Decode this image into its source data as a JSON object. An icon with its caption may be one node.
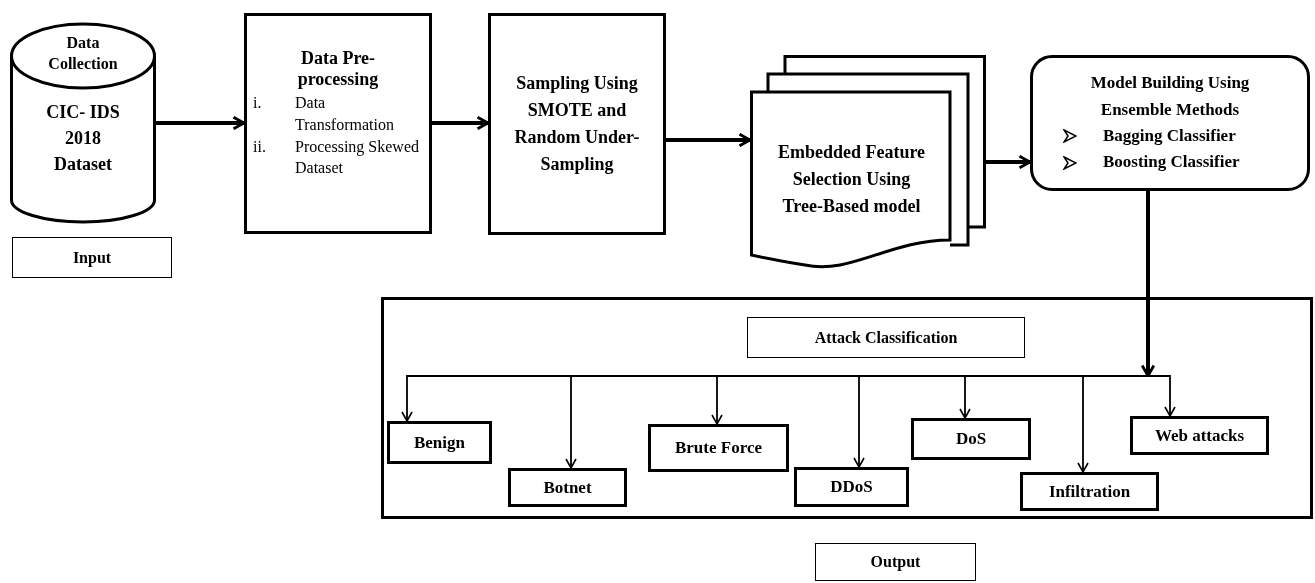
{
  "diagram": {
    "nodes": [
      {
        "text": [
          "Data Collection",
          "CIC- IDS 2018 Dataset"
        ]
      },
      {
        "text": [
          "Input"
        ]
      },
      {
        "text": [
          "Data Pre-processing",
          "i.",
          "Data Transformation",
          "ii.",
          "Processing Skewed Dataset"
        ]
      },
      {
        "text": [
          "Sampling Using SMOTE and Random Under-Sampling"
        ]
      },
      {
        "text": [
          "Embedded Feature Selection Using Tree-Based model"
        ]
      },
      {
        "text": [
          "Model Building Using Ensemble Methods",
          "Bagging Classifier",
          "Boosting Classifier"
        ]
      },
      {
        "text": [],
        "shape": "box"
      },
      {
        "text": [
          "Attack Classification"
        ],
        "in": 6
      },
      {
        "text": [
          "Benign"
        ],
        "in": 6
      },
      {
        "text": [
          "Botnet"
        ],
        "in": 6
      },
      {
        "text": [
          "Brute Force"
        ],
        "in": 6
      },
      {
        "text": [
          "DDoS"
        ],
        "in": 6
      },
      {
        "text": [
          "DoS"
        ],
        "in": 6
      },
      {
        "text": [
          "Infiltration"
        ],
        "in": 6
      },
      {
        "text": [
          "Web attacks"
        ],
        "in": 6
      },
      {
        "text": [
          "Output"
        ]
      }
    ],
    "edges": [
      {
        "from": 0,
        "to": 2,
        "arrow": "to",
        "style": "thick"
      },
      {
        "from": 2,
        "to": 3,
        "arrow": "to",
        "style": "thick"
      },
      {
        "from": 3,
        "to": 4,
        "arrow": "to",
        "style": "thick"
      },
      {
        "from": 4,
        "to": 5,
        "arrow": "to",
        "style": "thick"
      },
      {
        "from": 5,
        "to": 8,
        "arrow": "to"
      },
      {
        "from": 5,
        "to": 9,
        "arrow": "to"
      },
      {
        "from": 5,
        "to": 10,
        "arrow": "to"
      },
      {
        "from": 5,
        "to": 11,
        "arrow": "to"
      },
      {
        "from": 5,
        "to": 12,
        "arrow": "to"
      },
      {
        "from": 5,
        "to": 13,
        "arrow": "to"
      },
      {
        "from": 5,
        "to": 14,
        "arrow": "to"
      }
    ]
  }
}
